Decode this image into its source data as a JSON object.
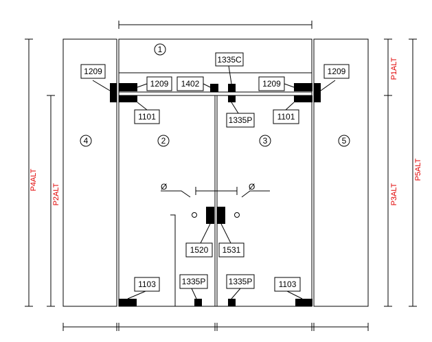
{
  "panels": {
    "p1": "1",
    "p2": "2",
    "p3": "3",
    "p4": "4",
    "p5": "5"
  },
  "labels": {
    "l1209_tl": "1209",
    "l1209_tc": "1209",
    "l1402": "1402",
    "l1335c": "1335C",
    "l1209_rc": "1209",
    "l1209_tr": "1209",
    "l1101_l": "1101",
    "l1335p_top": "1335P",
    "l1101_r": "1101",
    "l1520": "1520",
    "l1531": "1531",
    "l1103_l": "1103",
    "l1335p_bl": "1335P",
    "l1335p_br": "1335P",
    "l1103_r": "1103"
  },
  "diameter": {
    "left": "Ø",
    "right": "Ø"
  },
  "dims": {
    "p4alt": "P4ALT",
    "p2alt": "P2ALT",
    "p1alt": "P1ALT",
    "p3alt": "P3ALT",
    "p5alt": "P5ALT"
  },
  "colors": {
    "line": "#000000",
    "dim_text": "#e00000",
    "background": "#ffffff"
  }
}
